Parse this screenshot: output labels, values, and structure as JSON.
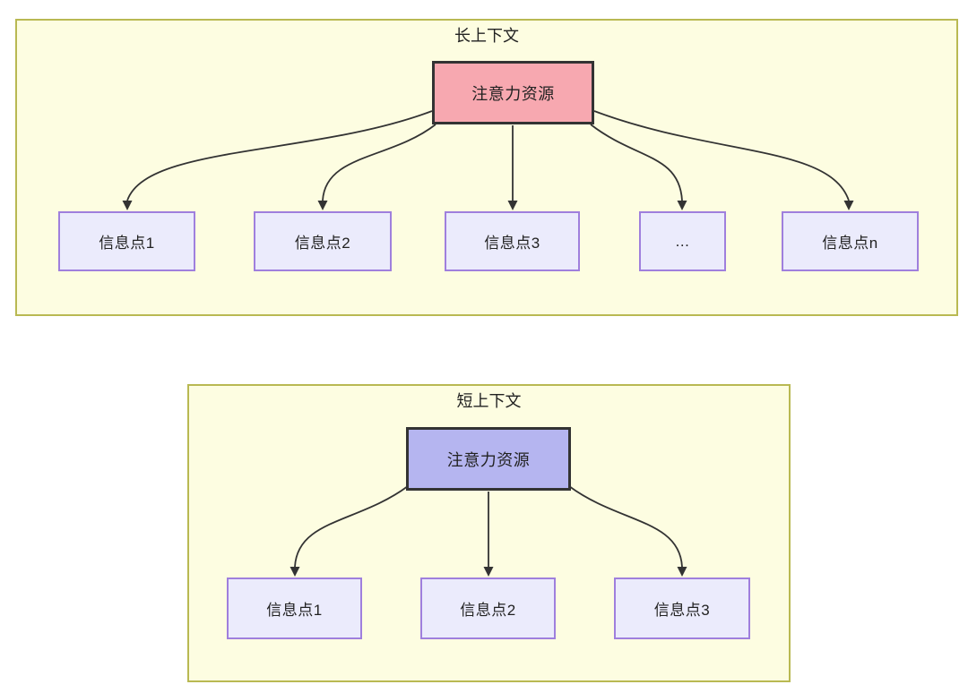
{
  "colors": {
    "container_fill": "#fdfde1",
    "container_border": "#b9b952",
    "node_border": "#333333",
    "long_attention_fill": "#f7a8b0",
    "short_attention_fill": "#b5b5f0",
    "info_fill": "#ebebfc",
    "info_border": "#9f7fdd",
    "arrow": "#333333",
    "text": "#222222"
  },
  "long_context": {
    "title": "长上下文",
    "attention_node": "注意力资源",
    "info_nodes": [
      "信息点1",
      "信息点2",
      "信息点3",
      "...",
      "信息点n"
    ]
  },
  "short_context": {
    "title": "短上下文",
    "attention_node": "注意力资源",
    "info_nodes": [
      "信息点1",
      "信息点2",
      "信息点3"
    ]
  }
}
